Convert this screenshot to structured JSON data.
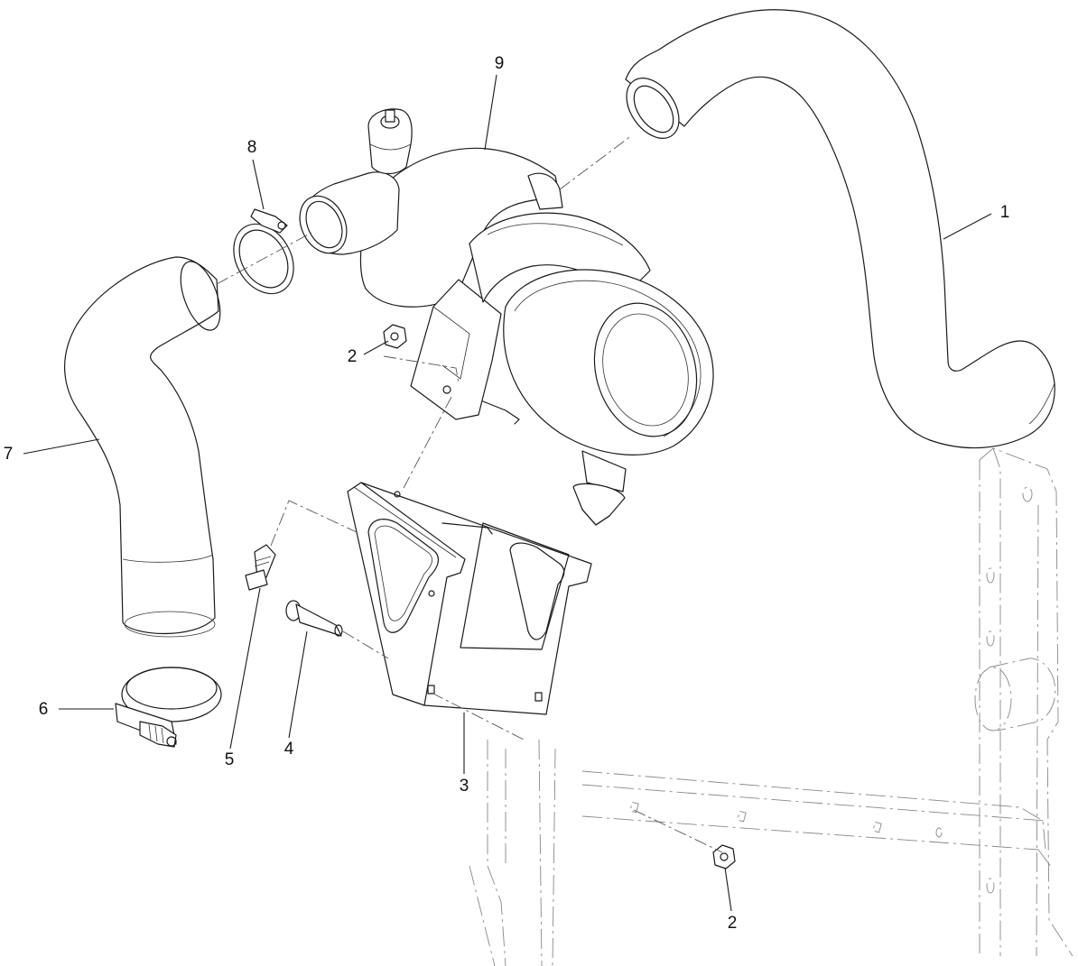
{
  "callouts": [
    {
      "id": "c1",
      "label": "1"
    },
    {
      "id": "c2a",
      "label": "2"
    },
    {
      "id": "c2b",
      "label": "2"
    },
    {
      "id": "c3",
      "label": "3"
    },
    {
      "id": "c4",
      "label": "4"
    },
    {
      "id": "c5",
      "label": "5"
    },
    {
      "id": "c6",
      "label": "6"
    },
    {
      "id": "c7",
      "label": "7"
    },
    {
      "id": "c8",
      "label": "8"
    },
    {
      "id": "c9",
      "label": "9"
    }
  ]
}
